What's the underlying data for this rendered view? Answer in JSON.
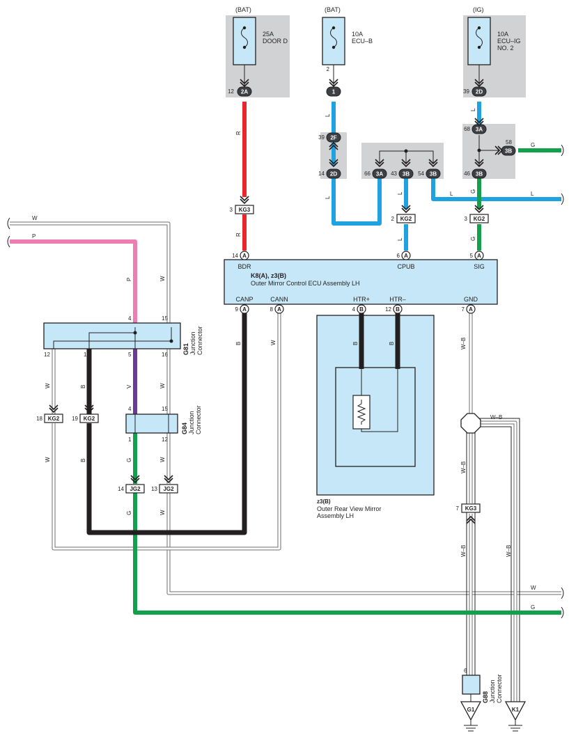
{
  "power_sources": {
    "door": {
      "supply": "(BAT)",
      "amp": "25A",
      "name": "DOOR D"
    },
    "ecub": {
      "supply": "(BAT)",
      "amp": "10A",
      "name": "ECU–B"
    },
    "ecuig": {
      "supply": "(IG)",
      "amp": "10A",
      "name1": "ECU–IG",
      "name2": "NO. 2"
    }
  },
  "ecu": {
    "title": "K8(A), z3(B)",
    "subtitle": "Outer Mirror Control ECU Assembly LH",
    "terminals": {
      "bdr": {
        "label": "BDR",
        "pin": "14",
        "conn": "A"
      },
      "cpub": {
        "label": "CPUB",
        "pin": "6",
        "conn": "A"
      },
      "sig": {
        "label": "SIG",
        "pin": "5",
        "conn": "A"
      },
      "canp": {
        "label": "CANP",
        "pin": "9",
        "conn": "A"
      },
      "cann": {
        "label": "CANN",
        "pin": "8",
        "conn": "A"
      },
      "htrp": {
        "label": "HTR+",
        "pin": "4",
        "conn": "B"
      },
      "htrm": {
        "label": "HTR–",
        "pin": "12",
        "conn": "B"
      },
      "gnd": {
        "label": "GND",
        "pin": "7",
        "conn": "A"
      }
    }
  },
  "mirror": {
    "id": "z3(B)",
    "name1": "Outer Rear View Mirror",
    "name2": "Assembly LH"
  },
  "junctions": {
    "g81": {
      "id": "G81",
      "name1": "Junction",
      "name2": "Connector",
      "pins": [
        "4",
        "15",
        "12",
        "1",
        "5",
        "16"
      ]
    },
    "g84": {
      "id": "G84",
      "name1": "Junction",
      "name2": "Connector",
      "pins": [
        "4",
        "15",
        "1",
        "12"
      ]
    },
    "g88": {
      "id": "G88",
      "name1": "Junction",
      "name2": "Connector",
      "pin": "6"
    }
  },
  "pill_connectors": {
    "p2a": {
      "label": "2A",
      "pin": "12"
    },
    "p1": {
      "label": "1",
      "pin": "2"
    },
    "p2f": {
      "label": "2F",
      "pin": "39"
    },
    "p2d_left": {
      "label": "2D",
      "pin": "14"
    },
    "p3a_mid": {
      "label": "3A",
      "pin": "66"
    },
    "p3b_mid": {
      "label": "3B",
      "pin": "43"
    },
    "p3b_mid2": {
      "label": "3B",
      "pin": "54"
    },
    "p2d_right": {
      "label": "2D",
      "pin": "39"
    },
    "p3a_right": {
      "label": "3A",
      "pin": "68"
    },
    "p3b_right_top": {
      "label": "3B",
      "pin": "58"
    },
    "p3b_right_bot": {
      "label": "3B",
      "pin": "46"
    }
  },
  "box_connectors": {
    "kg3_top": {
      "label": "KG3",
      "pin": "3"
    },
    "kg2_cpub": {
      "label": "KG2",
      "pin": "2"
    },
    "kg2_sig": {
      "label": "KG2",
      "pin": "3"
    },
    "kg2_left": {
      "label": "KG2",
      "pin": "18"
    },
    "kg2_left2": {
      "label": "KG2",
      "pin": "19"
    },
    "jg2_a": {
      "label": "JG2",
      "pin": "14"
    },
    "jg2_b": {
      "label": "JG2",
      "pin": "13"
    },
    "kg3_gnd": {
      "label": "KG3",
      "pin": "7"
    }
  },
  "grounds": {
    "g1": "G1",
    "k1": "K1"
  },
  "wire_colors": {
    "R": "R",
    "L": "L",
    "G": "G",
    "W": "W",
    "P": "P",
    "B": "B",
    "V": "V",
    "WB": "W–B"
  },
  "palette": {
    "red": "#e8262b",
    "blue": "#1fa3e0",
    "green": "#12a14a",
    "black": "#231f20",
    "pink": "#ee7db2",
    "violet": "#6a3a9a",
    "cyan_fill": "#c5e7f7",
    "gray_fill": "#d1d2d4"
  }
}
